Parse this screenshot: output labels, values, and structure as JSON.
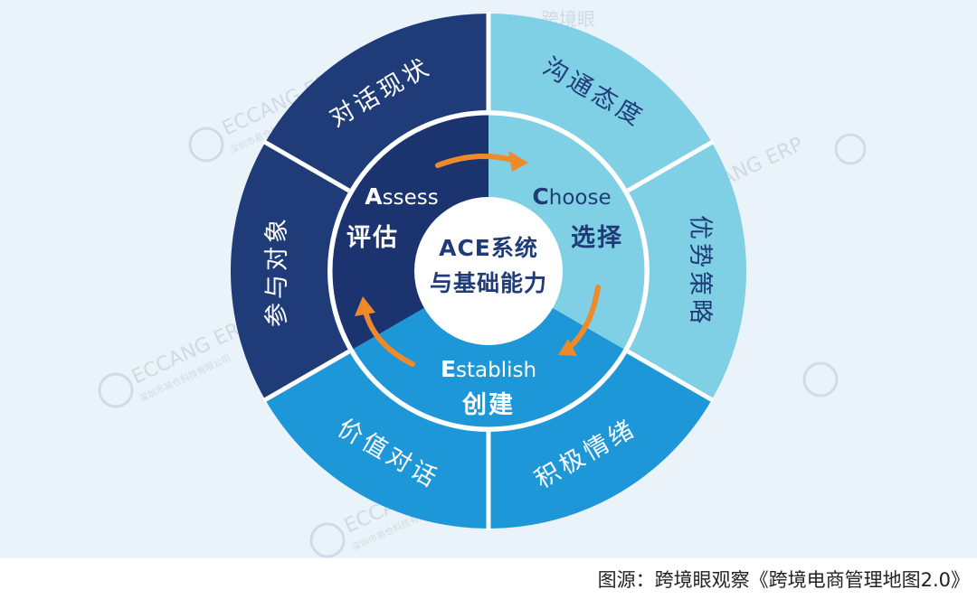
{
  "center": {
    "line1": "ACE系统",
    "line2": "与基础能力"
  },
  "stages": {
    "assess": {
      "cap": "A",
      "rest": "ssess",
      "cn": "评估"
    },
    "choose": {
      "cap": "C",
      "rest": "hoose",
      "cn": "选择"
    },
    "establish": {
      "cap": "E",
      "rest": "stablish",
      "cn": "创建"
    }
  },
  "outer_segments": {
    "dialog_status": "对话现状",
    "attitude": "沟通态度",
    "strategy": "优势策略",
    "emotion": "积极情绪",
    "value_dialog": "价值对话",
    "participants": "参与对象"
  },
  "watermarks": {
    "eccang": "ECCANG ERP",
    "eccang_sub": "深圳市易仓科技有限公司",
    "kjy": "跨境眼"
  },
  "footer": {
    "source": "图源：跨境眼观察《跨境电商管理地图2.0》"
  },
  "colors": {
    "navy": "#1f3c78",
    "navy_dark": "#1b3470",
    "light_blue": "#7fd0e4",
    "mid_blue": "#1d97d8",
    "arrow_orange": "#ef8a2a",
    "white": "#ffffff"
  }
}
